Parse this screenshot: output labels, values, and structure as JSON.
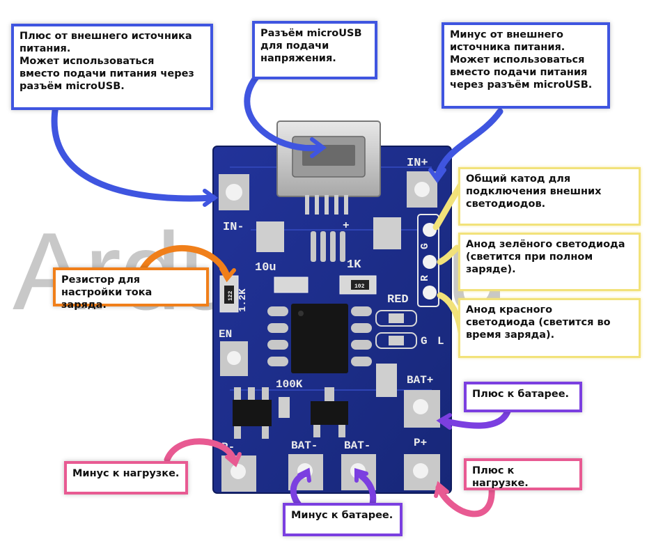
{
  "watermark": "Arduino.ru",
  "colors": {
    "blue": "#3f55e0",
    "yellow": "#f2e27a",
    "orange": "#f07f1a",
    "purple": "#7b3fe0",
    "pink": "#e85a92",
    "board": "#1e2f8e",
    "pad": "#c9c9c9"
  },
  "callouts": {
    "in_plus_external": "Плюс от внешнего источника\nпитания.\nМожет использоваться\nвместо подачи питания через\nразъём microUSB.",
    "microusb": "Разъём microUSB\nдля подачи\nнапряжения.",
    "in_minus_external": "Минус от внешнего\nисточника питания.\nМожет использоваться\nвместо подачи питания\nчерез разъём microUSB.",
    "common_cathode": "Общий катод для\nподключения внешних\nсветодиодов.",
    "green_anode": "Анод зелёного светодиода\n(светится при полном\nзаряде).",
    "red_anode": "Анод красного\nсветодиода (светится во\nвремя заряда).",
    "resistor": "Резистор для\nнастройки тока заряда.",
    "battery_plus": "Плюс к батарее.",
    "load_plus": "Плюс к нагрузке.",
    "load_minus": "Минус к нагрузке.",
    "battery_minus": "Минус к батарее."
  },
  "board_labels": {
    "in_plus": "IN+",
    "in_minus": "IN-",
    "cap": "10u",
    "r1k": "1K",
    "r12k": "1.2K",
    "r122": "122",
    "r102": "102",
    "red": "RED",
    "en": "EN",
    "g": "G",
    "l": "L",
    "r100k": "100K",
    "bat_plus": "BAT+",
    "p_plus": "P+",
    "bat_minus_1": "BAT-",
    "bat_minus_2": "BAT-",
    "p_minus": "P-",
    "plus_mark": "+",
    "side_g": "G",
    "side_r": "R"
  }
}
